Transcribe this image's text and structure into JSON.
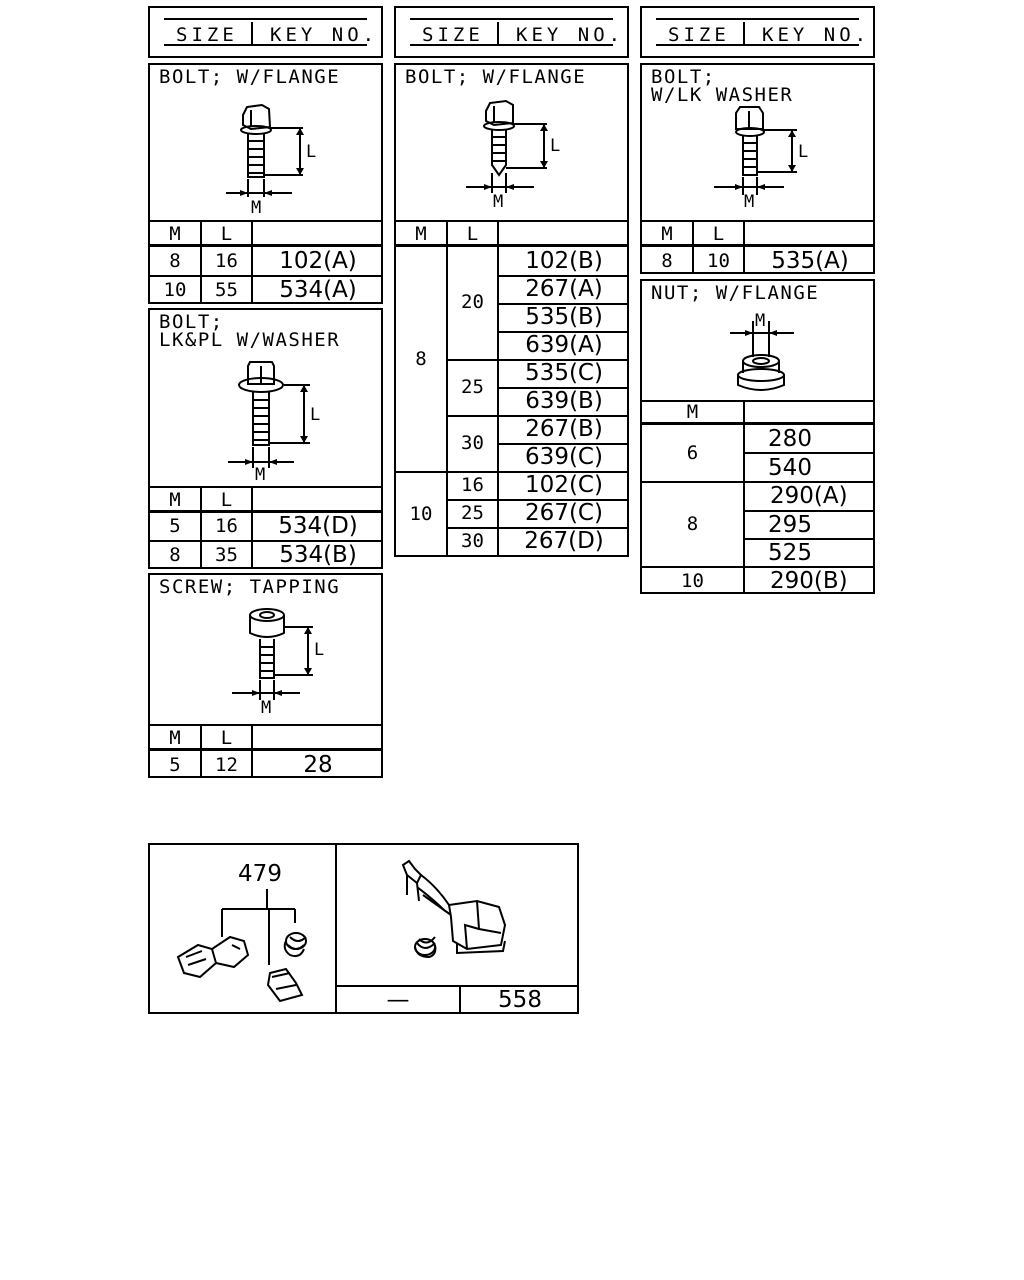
{
  "header": {
    "size_label": "SIZE",
    "key_label": "KEY NO."
  },
  "col_m": "M",
  "col_l": "L",
  "bolt_flange_1": {
    "title": "BOLT; W/FLANGE",
    "rows": [
      {
        "m": "8",
        "l": "16",
        "key": "102(A)"
      },
      {
        "m": "10",
        "l": "55",
        "key": "534(A)"
      }
    ]
  },
  "bolt_lkpl": {
    "title": "BOLT;\nLK&PL W/WASHER",
    "rows": [
      {
        "m": "5",
        "l": "16",
        "key": "534(D)"
      },
      {
        "m": "8",
        "l": "35",
        "key": "534(B)"
      }
    ]
  },
  "screw_tapping": {
    "title": "SCREW; TAPPING",
    "rows": [
      {
        "m": "5",
        "l": "12",
        "key": "28"
      }
    ]
  },
  "bolt_flange_2": {
    "title": "BOLT; W/FLANGE",
    "groups": [
      {
        "m": "8",
        "sub": [
          {
            "l": "20",
            "keys": [
              "102(B)",
              "267(A)",
              "535(B)",
              "639(A)"
            ]
          },
          {
            "l": "25",
            "keys": [
              "535(C)",
              "639(B)"
            ]
          },
          {
            "l": "30",
            "keys": [
              "267(B)",
              "639(C)"
            ]
          }
        ]
      },
      {
        "m": "10",
        "sub": [
          {
            "l": "16",
            "keys": [
              "102(C)"
            ]
          },
          {
            "l": "25",
            "keys": [
              "267(C)"
            ]
          },
          {
            "l": "30",
            "keys": [
              "267(D)"
            ]
          }
        ]
      }
    ]
  },
  "bolt_lk_washer": {
    "title": "BOLT;\nW/LK WASHER",
    "rows": [
      {
        "m": "8",
        "l": "10",
        "key": "535(A)"
      }
    ]
  },
  "nut_flange": {
    "title": "NUT; W/FLANGE",
    "groups": [
      {
        "m": "6",
        "keys": [
          "280",
          "540"
        ]
      },
      {
        "m": "8",
        "keys": [
          "290(A)",
          "295",
          "525"
        ]
      },
      {
        "m": "10",
        "keys": [
          "290(B)"
        ]
      }
    ]
  },
  "connector_box": {
    "callout": "479",
    "dash": "—",
    "key": "558"
  }
}
